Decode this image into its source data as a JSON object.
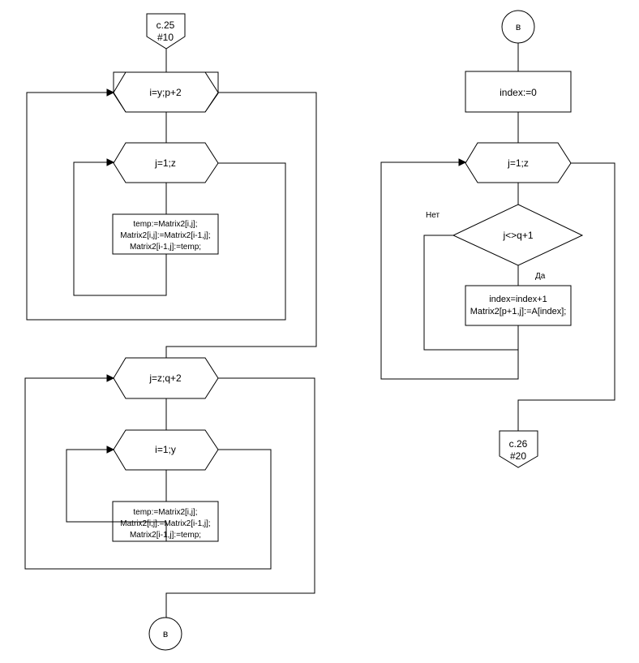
{
  "left_flow": {
    "start_connector": {
      "line1": "с.25",
      "line2": "#10"
    },
    "loop_i": "i=y;p+2",
    "loop_j1": "j=1;z",
    "swap_block1": [
      "temp:=Matrix2[i,j];",
      "Matrix2[i,j]:=Matrix2[i-1,j];",
      "Matrix2[i-1,j]:=temp;"
    ],
    "loop_j2": "j=z;q+2",
    "loop_i2": "i=1;y",
    "swap_block2": [
      "temp:=Matrix2[i,j];",
      "Matrix2[i,j]:=Matrix2[i-1,j];",
      "Matrix2[i-1,j]:=temp;"
    ],
    "end_connector": "в"
  },
  "right_flow": {
    "start_connector": "в",
    "init_block": "index:=0",
    "loop_j": "j=1;z",
    "decision": "j<>q+1",
    "no_label": "Нет",
    "yes_label": "Да",
    "assign_block": [
      "index=index+1",
      "Matrix2[p+1,j]:=A[index];"
    ],
    "end_connector": {
      "line1": "с.26",
      "line2": "#20"
    }
  }
}
